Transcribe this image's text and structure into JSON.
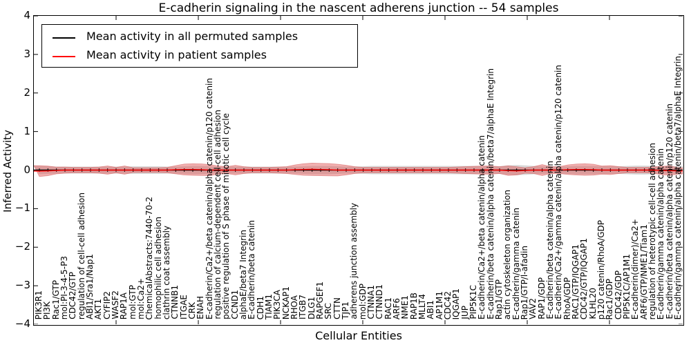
{
  "chart_data": {
    "type": "line",
    "title": "E-cadherin signaling in the nascent adherens junction -- 54 samples",
    "xlabel": "Cellular Entities",
    "ylabel": "Inferred Activity",
    "ylim": [
      -4,
      4
    ],
    "yticks": [
      4,
      3,
      2,
      1,
      0,
      -1,
      -2,
      -3,
      -4
    ],
    "grid": false,
    "legend_position": "upper left",
    "entities": [
      "PIK3R1",
      "PI3K",
      "Rac1/GTP",
      "mol:PI-3-4-5-P3",
      "CDC42/GTP",
      "regulation of cell-cell adhesion",
      "ABI1/Sra1/Nap1",
      "AKT1",
      "CYFIP2",
      "WASF2",
      "RAP1A",
      "mol:GTP",
      "mol:Ca2+",
      "ChemicalAbstracts:7440-70-2",
      "homophilic cell adhesion",
      "clathrin coat assembly",
      "CTNNB1",
      "ITGAE",
      "CRK",
      "ENAH",
      "E-cadherin/Ca2+/beta catenin/alpha catenin/p120 catenin",
      "regulation of calcium-dependent cell-cell adhesion",
      "positive regulation of S phase of mitotic cell cycle",
      "CCND1",
      "alphaE/beta7 Integrin",
      "E-cadherin/beta catenin",
      "CDH1",
      "TIAM1",
      "PIK3CA",
      "NCKAP1",
      "RHOA",
      "ITGB7",
      "DLG1",
      "RAPGEF1",
      "SRC",
      "CTTN",
      "TJP1",
      "adherens junction assembly",
      "mol:GDP",
      "CTNNA1",
      "CTNND1",
      "RAC1",
      "ARF6",
      "NME1",
      "RAP1B",
      "MLLT4",
      "ABI1",
      "AP1M1",
      "CDC42",
      "IQGAP1",
      "JUP",
      "PIP5K1C",
      "E-cadherin/Ca2+/beta catenin/alpha catenin",
      "E-cadherin/beta catenin/alpha catenin/beta7/alphaE Integrin",
      "Rap1/GTP",
      "actin cytoskeleton organization",
      "E-cadherin/gamma catenin",
      "Rap1/GTP/l-afadin",
      "VAV2",
      "RAP1/GDP",
      "E-cadherin/beta catenin/alpha catenin",
      "E-cadherin/Ca2+/gamma catenin/alpha catenin/p120 catenin",
      "RhoA/GDP",
      "RAC1/GTP/IQGAP1",
      "CDC42/GTP/IQGAP1",
      "KLHL20",
      "p120 catenin/RhoA/GDP",
      "Rac1/GDP",
      "CDC42/GDP",
      "PIP5K1C/AP1M1",
      "E-cadherin(dimer)/Ca2+",
      "ARF6/GTP/NME1/Tiam1",
      "regulation of heterotypic cell-cell adhesion",
      "E-cadherin/gamma catenin/alpha catenin",
      "E-cadherin/beta catenin/alpha catenin/p120 catenin",
      "E-cadherin/gamma catenin/alpha catenin/beta7/alphaE Integrin"
    ],
    "series": [
      {
        "name": "Mean activity in all permuted samples",
        "color": "#000000",
        "mean": 0
      },
      {
        "name": "Mean activity in patient samples",
        "color": "#ff0000",
        "offsets": [
          -0.025,
          -0.02,
          -0.01,
          0,
          0,
          0,
          0,
          0,
          0,
          0,
          0,
          0,
          0,
          0,
          0,
          0,
          0.01,
          0.015,
          0.015,
          0.01,
          0,
          0,
          0,
          0,
          0,
          0,
          0,
          0,
          0,
          0,
          0.01,
          0.015,
          0.02,
          0.015,
          0.01,
          0,
          0,
          0,
          0,
          0,
          0,
          0,
          0,
          0,
          0,
          0,
          0,
          0,
          0,
          0,
          0,
          0,
          0,
          0,
          0,
          -0.015,
          -0.02,
          -0.01,
          0,
          0,
          0,
          0,
          0.01,
          0.015,
          0.015,
          0.01,
          0,
          0,
          0,
          0,
          0,
          0,
          0,
          -0.01,
          -0.015,
          -0.02
        ]
      }
    ],
    "bands": [
      {
        "name": "permuted samples spread",
        "color": "#aaaaaa",
        "opacity": 0.45,
        "halfwidths": [
          0.107,
          0.098,
          0.089,
          0.089,
          0.089,
          0.089,
          0.089,
          0.089,
          0.089,
          0.089,
          0.089,
          0.098,
          0.098,
          0.098,
          0.098,
          0.089,
          0.089,
          0.098,
          0.107,
          0.107,
          0.098,
          0.089,
          0.089,
          0.089,
          0.089,
          0.089,
          0.089,
          0.089,
          0.089,
          0.089,
          0.089,
          0.098,
          0.107,
          0.107,
          0.107,
          0.098,
          0.089,
          0.089,
          0.098,
          0.107,
          0.107,
          0.107,
          0.107,
          0.107,
          0.107,
          0.107,
          0.107,
          0.107,
          0.107,
          0.107,
          0.107,
          0.107,
          0.098,
          0.098,
          0.098,
          0.124,
          0.133,
          0.124,
          0.107,
          0.098,
          0.089,
          0.089,
          0.098,
          0.107,
          0.107,
          0.107,
          0.098,
          0.098,
          0.098,
          0.107,
          0.116,
          0.116,
          0.107,
          0.098,
          0.098,
          0.107
        ]
      },
      {
        "name": "patient samples spread",
        "color": "#e05050",
        "opacity": 0.45,
        "halfwidths": [
          0.142,
          0.124,
          0.089,
          0.08,
          0.071,
          0.071,
          0.071,
          0.08,
          0.107,
          0.071,
          0.107,
          0.062,
          0.062,
          0.062,
          0.062,
          0.071,
          0.107,
          0.142,
          0.151,
          0.151,
          0.142,
          0.107,
          0.089,
          0.124,
          0.089,
          0.071,
          0.071,
          0.071,
          0.08,
          0.089,
          0.124,
          0.151,
          0.16,
          0.16,
          0.16,
          0.151,
          0.124,
          0.089,
          0.071,
          0.071,
          0.071,
          0.071,
          0.071,
          0.071,
          0.071,
          0.071,
          0.071,
          0.071,
          0.071,
          0.08,
          0.089,
          0.098,
          0.107,
          0.107,
          0.089,
          0.124,
          0.107,
          0.071,
          0.089,
          0.142,
          0.089,
          0.089,
          0.124,
          0.142,
          0.151,
          0.142,
          0.107,
          0.116,
          0.089,
          0.071,
          0.071,
          0.071,
          0.08,
          0.107,
          0.124,
          0.08
        ]
      }
    ]
  }
}
